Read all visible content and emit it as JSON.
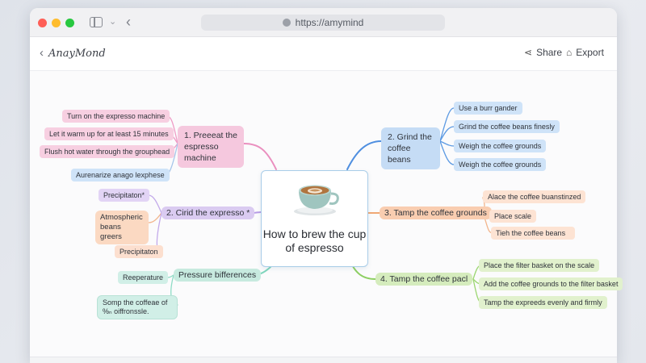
{
  "browser": {
    "url": "https://amymind"
  },
  "app": {
    "title": "AnayMond",
    "share_label": "Share",
    "export_label": "Export"
  },
  "mindmap": {
    "center": "How to brew the cup of espresso",
    "branches": [
      {
        "title": "1. Preeeat the espresso machine",
        "children": [
          "Turn on the expresso machine",
          "Let it warm up for at least 15 minutes",
          "Flush hot water through the grouphead",
          "Aurenarize anago lexphese"
        ]
      },
      {
        "title": "2. Grind the coffee beans",
        "children": [
          "Use a burr gander",
          "Grind the coffee beans finesly",
          "Weigh the coffee grounds",
          "Weigh the coffee grounds"
        ]
      },
      {
        "title": "2. Cirid the expresso *",
        "children": [
          "Precipitaton*",
          "Atmospheric beans greers",
          "Precipitaton"
        ]
      },
      {
        "title": "3. Tamp the coffee grounds",
        "children": [
          "Alace the coffee buanstinzed",
          "Place scale",
          "Tieh the coffee beans"
        ]
      },
      {
        "title": "Pressure bifferences",
        "children": [
          "Reeperature",
          "Somp the coffeae of %ₙ oiffronssle."
        ]
      },
      {
        "title": "4. Tamp the coffee pacl",
        "children": [
          "Place the filter basket on the scale",
          "Add the coffee grounds to the filter basket",
          "Tamp the expreeds evenly and firmly"
        ]
      }
    ]
  }
}
